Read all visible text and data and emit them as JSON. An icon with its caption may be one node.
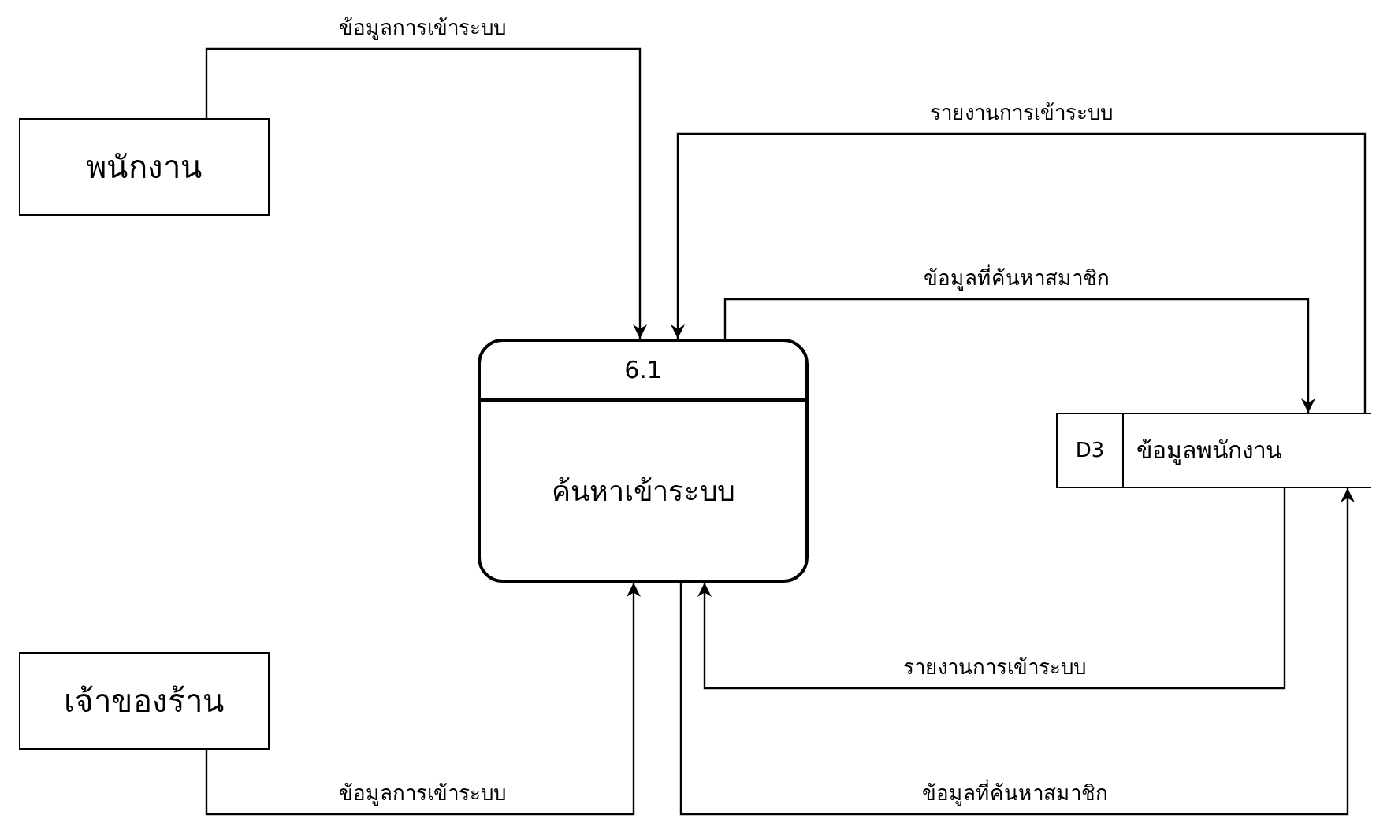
{
  "diagram": {
    "nodes": [
      {
        "text": [
          "พนักงาน"
        ]
      },
      {
        "text": [
          "6.1",
          "ค้นหาเข้าระบบ"
        ]
      },
      {
        "text": [
          "D3",
          "ข้อมูลพนักงาน"
        ]
      },
      {
        "text": [
          "เจ้าของร้าน"
        ]
      }
    ],
    "edges": [
      {
        "from": 0,
        "to": 1,
        "arrow": "to",
        "label": "ข้อมูลการเข้าระบบ"
      },
      {
        "from": 2,
        "to": 1,
        "arrow": "to",
        "label": "รายงานการเข้าระบบ"
      },
      {
        "from": 1,
        "to": 2,
        "arrow": "to",
        "label": "ข้อมูลที่ค้นหาสมาชิก"
      },
      {
        "from": 2,
        "to": 1,
        "arrow": "to",
        "label": "รายงานการเข้าระบบ"
      },
      {
        "from": 3,
        "to": 1,
        "arrow": "to",
        "label": "ข้อมูลการเข้าระบบ"
      },
      {
        "from": 1,
        "to": 2,
        "arrow": "to",
        "label": "ข้อมูลที่ค้นหาสมาชิก"
      }
    ]
  }
}
